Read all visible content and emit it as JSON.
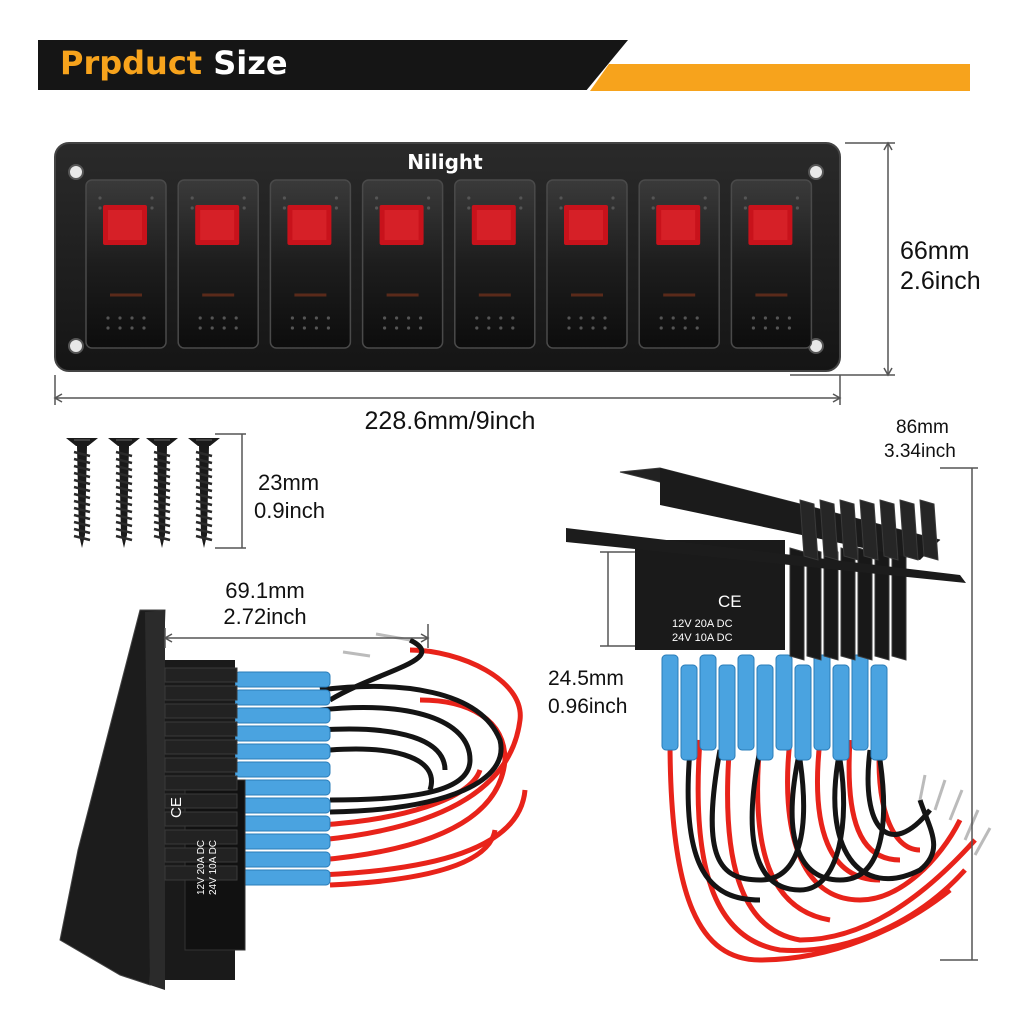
{
  "banner": {
    "title_word1": "Prpduct",
    "title_word2": "Size",
    "accent_color": "#f7a31c",
    "dark_color": "#151515"
  },
  "panel": {
    "brand": "Nilight",
    "switch_count": 8,
    "indicator_color": "#c8121b"
  },
  "dimensions": {
    "height": {
      "mm": "66mm",
      "inch": "2.6inch"
    },
    "width": "228.6mm/9inch",
    "screw": {
      "mm": "23mm",
      "inch": "0.9inch"
    },
    "depth": {
      "mm": "69.1mm",
      "inch": "2.72inch"
    },
    "side_height": {
      "mm": "86mm",
      "inch": "3.34inch"
    },
    "body_height": {
      "mm": "24.5mm",
      "inch": "0.96inch"
    }
  },
  "switch_label": {
    "ce": "CE",
    "row1": "12V  20A  DC",
    "row2": "24V  10A  DC"
  },
  "icons": [
    "screw-icon",
    "rocker-switch-icon",
    "wire-harness-icon",
    "dimension-arrow-icon"
  ]
}
